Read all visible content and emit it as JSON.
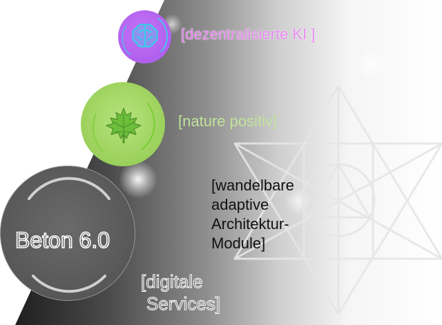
{
  "labels": {
    "ki": "[dezentralisierte KI ]",
    "nature": "[nature positiv]",
    "architecture": [
      "[wandelbare",
      "adaptive",
      "Architektur-",
      "Module]"
    ],
    "digital": [
      "[digitale",
      "Services]"
    ],
    "beton": "Beton 6.0"
  },
  "icons": {
    "ki": "brain-icon",
    "nature": "maple-leaf-icon",
    "architecture": "geometric-star-outline-icon"
  },
  "colors": {
    "ki_circle": "#b464f0",
    "ki_text": "#ea8bf2",
    "nature_circle": "#9fd360",
    "nature_text": "#bfe39a",
    "beton_circle": "#5a5a5a",
    "band_dark": "#2a2a2a",
    "band_light": "#ffffff"
  }
}
